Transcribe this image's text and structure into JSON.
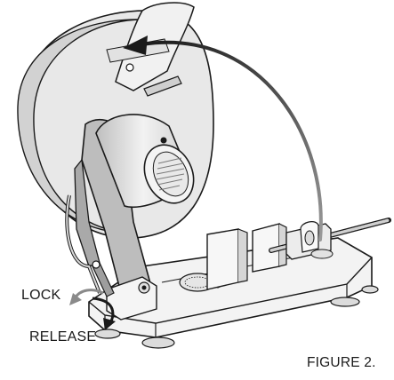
{
  "labels": {
    "lock": "LOCK",
    "release": "RELEASE",
    "figure": "FIGURE 2."
  },
  "colors": {
    "line": "#1a1a1a",
    "base_shade": "#eeeeee",
    "guard_shade": "#dcdcdc",
    "arm_shade": "#bdbdbd",
    "motor_shade": "#e6e6e6",
    "arrow_gradient_start": "#1a1a1a",
    "arrow_gradient_end": "#9a9a9a"
  }
}
